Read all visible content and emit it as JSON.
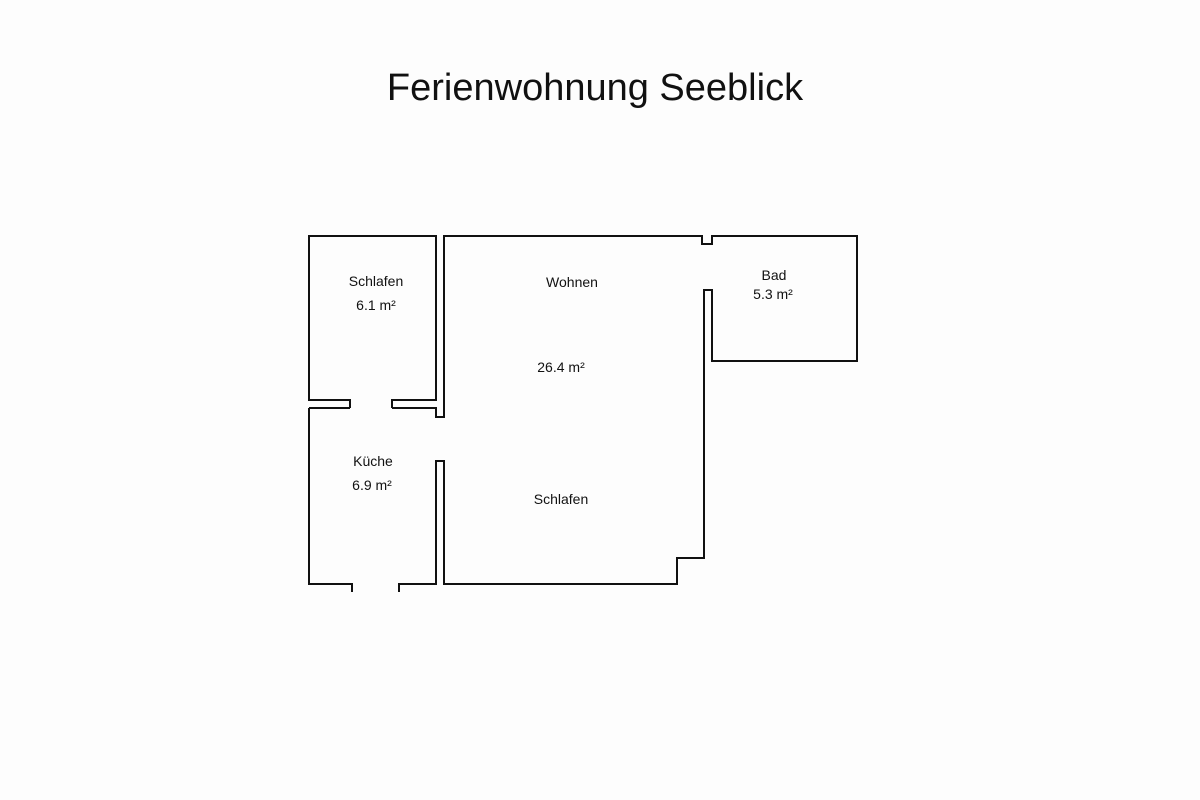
{
  "title": "Ferienwohnung Seeblick",
  "rooms": [
    {
      "id": "schlafen-small",
      "name": "Schlafen",
      "area": "6.1 m²"
    },
    {
      "id": "kueche",
      "name": "Küche",
      "area": "6.9 m²"
    },
    {
      "id": "wohnen",
      "name": "Wohnen",
      "area": "26.4 m²"
    },
    {
      "id": "schlafen-large",
      "name": "Schlafen",
      "area": ""
    },
    {
      "id": "bad",
      "name": "Bad",
      "area": "5.3 m²"
    }
  ]
}
